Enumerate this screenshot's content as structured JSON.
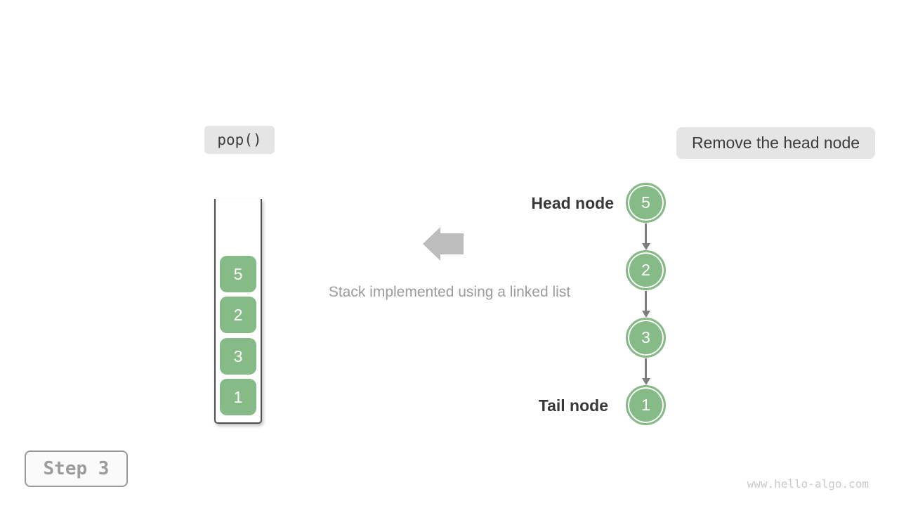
{
  "header": {
    "operation_label": "pop()",
    "action_label": "Remove the head node"
  },
  "stack": {
    "items": [
      "5",
      "2",
      "3",
      "1"
    ]
  },
  "caption": {
    "text": "Stack implemented using a linked list"
  },
  "linked_list": {
    "head_label": "Head node",
    "tail_label": "Tail node",
    "nodes": [
      "5",
      "2",
      "3",
      "1"
    ]
  },
  "footer": {
    "step_label": "Step 3",
    "watermark": "www.hello-algo.com"
  },
  "colors": {
    "node_green": "#86ba87",
    "label_box_bg": "#e5e5e5",
    "connector_gray": "#7d7d7d",
    "big_arrow_gray": "#bdbdbd",
    "muted_text": "#9c9c9c",
    "dark_text": "#3c3c3c",
    "container_border": "#4e4e4e",
    "watermark_gray": "#cbcbcb"
  }
}
